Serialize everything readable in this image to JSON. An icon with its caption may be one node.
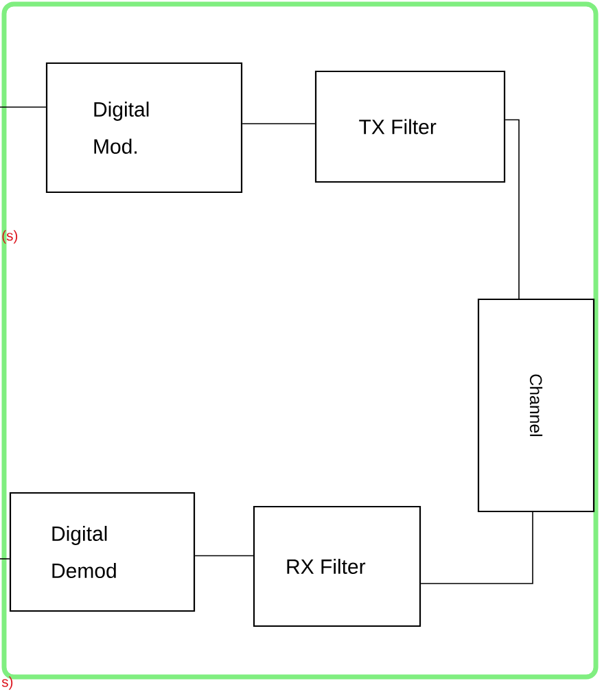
{
  "diagram": {
    "nodes": [
      {
        "text": [],
        "shape": "box"
      },
      {
        "text": [
          "Digital Mod."
        ],
        "in": 0
      },
      {
        "text": [
          "TX Filter"
        ],
        "in": 0
      },
      {
        "text": [
          "Channel"
        ],
        "in": 0
      },
      {
        "text": [
          "RX Filter"
        ],
        "in": 0
      },
      {
        "text": [
          "Digital Demod"
        ],
        "in": 0
      }
    ],
    "edges": [
      {
        "from": null,
        "to": 1,
        "arrow": "none"
      },
      {
        "from": 1,
        "to": 2,
        "arrow": "none"
      },
      {
        "from": 2,
        "to": 3,
        "arrow": "none"
      },
      {
        "from": 3,
        "to": 4,
        "arrow": "none"
      },
      {
        "from": 4,
        "to": 5,
        "arrow": "none"
      },
      {
        "from": 5,
        "to": null,
        "arrow": "none"
      }
    ],
    "labels": [
      "(s)",
      "s)"
    ]
  }
}
